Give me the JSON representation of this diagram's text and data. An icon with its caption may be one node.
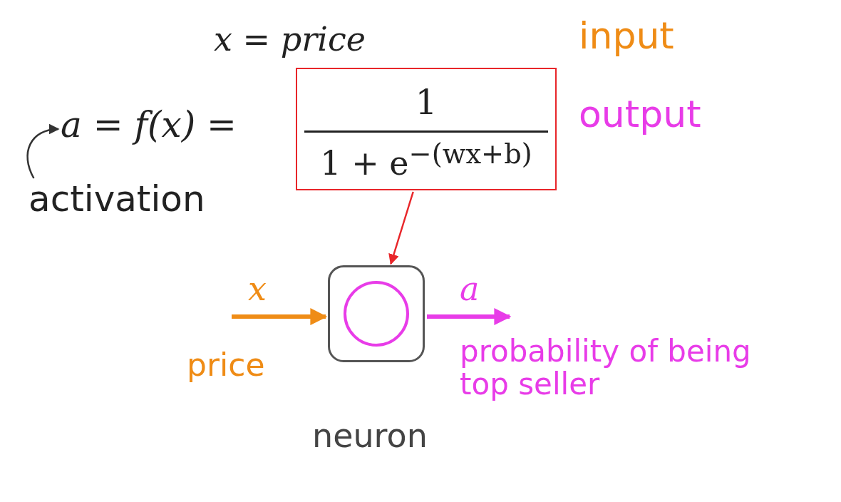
{
  "diagram": {
    "nodes": [
      {
        "text": [
          "1",
          "1 + e$^{−(wx+b)}$"
        ]
      },
      {
        "text": [],
        "shape": "box",
        "beside": [
          "neuron"
        ]
      },
      {
        "text": [
          "activation"
        ]
      },
      {
        "text": [
          "a = f(x) ="
        ]
      }
    ],
    "edges": [
      {
        "from": 0,
        "to": 1,
        "arrow": "to",
        "color": "#e8262a"
      },
      {
        "from": null,
        "to": 1,
        "arrow": "to",
        "label": "x",
        "style": "thick",
        "color": "#ef8c16"
      },
      {
        "from": 1,
        "to": null,
        "arrow": "to",
        "label": "a",
        "style": "thick",
        "color": "#e83ce8"
      },
      {
        "from": 2,
        "to": 3,
        "arrow": "to",
        "color": "#333333"
      }
    ],
    "labels": [
      "x = price",
      "input",
      "output",
      "price",
      "probability of being top seller"
    ]
  }
}
